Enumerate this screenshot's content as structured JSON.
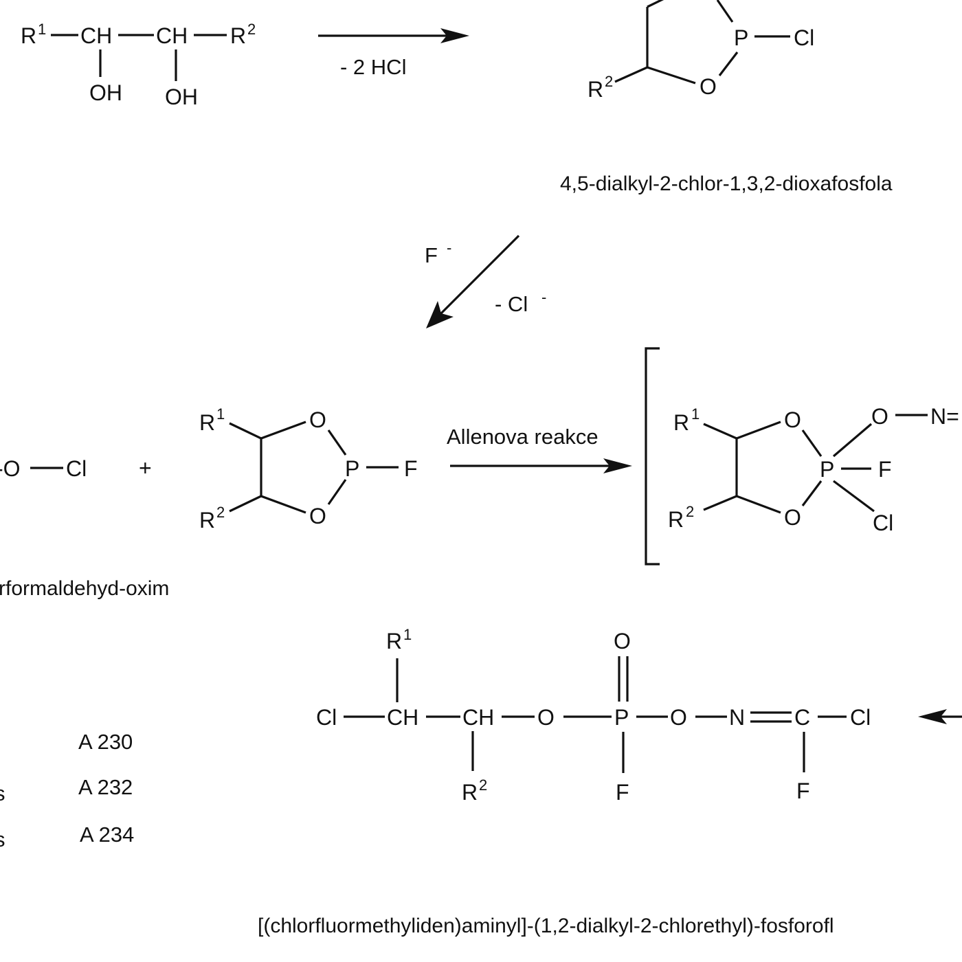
{
  "atoms": {
    "R": "R",
    "one": "1",
    "two": "2",
    "CH": "CH",
    "OH": "OH",
    "O": "O",
    "P": "P",
    "Cl": "Cl",
    "F": "F",
    "N": "N",
    "C": "C",
    "plus": "+"
  },
  "conditions": {
    "minus_2hcl": "- 2 HCl",
    "f_anion": "F",
    "minus_cl_anion": "- Cl",
    "anion_charge": "-",
    "allene_reaction": "Allenova reakce"
  },
  "captions": {
    "dioxaphospholane": "4,5-dialkyl-2-chlor-1,3,2-dioxafosfola",
    "oxime": "rformaldehyd-oxim",
    "final_product": "[(chlorfluormethyliden)aminyl]-(1,2-dialkyl-2-chlorethyl)-fosforofl"
  },
  "codes": [
    "A 230",
    "A 232",
    "A 234"
  ],
  "fragments": {
    "n_double": "N=",
    "oxime_tail": "-O",
    "cut_left_1": "s",
    "cut_left_2": "s"
  },
  "colors": {
    "ink": "#111111",
    "background": "#ffffff"
  }
}
